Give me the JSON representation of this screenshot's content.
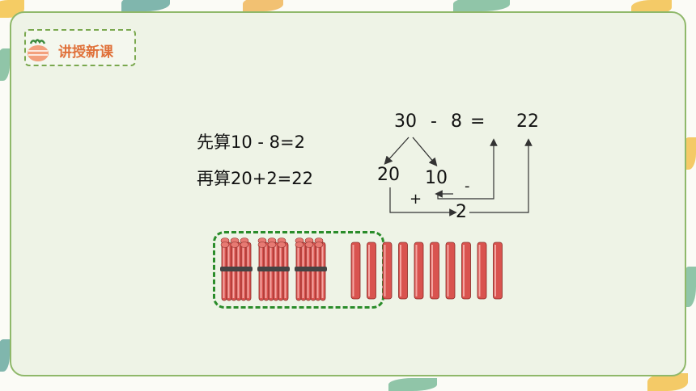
{
  "section_badge": "讲授新课",
  "steps": {
    "step1": "先算10 - 8=2",
    "step2": "再算20+2=22"
  },
  "equation": {
    "left": "30",
    "minus": "-",
    "subtrahend": "8",
    "equals": "=",
    "result": "22"
  },
  "decomposition": {
    "tens": "20",
    "ones": "10",
    "minus_sign": "-",
    "plus_sign": "+",
    "difference": "2"
  },
  "counters": {
    "bundles_of_ten": 3,
    "single_sticks": 10
  },
  "colors": {
    "frame": "#8fb86a",
    "badge_text": "#e0713a",
    "dashed_box": "#2a8c2a",
    "stick": "#d9534f"
  }
}
